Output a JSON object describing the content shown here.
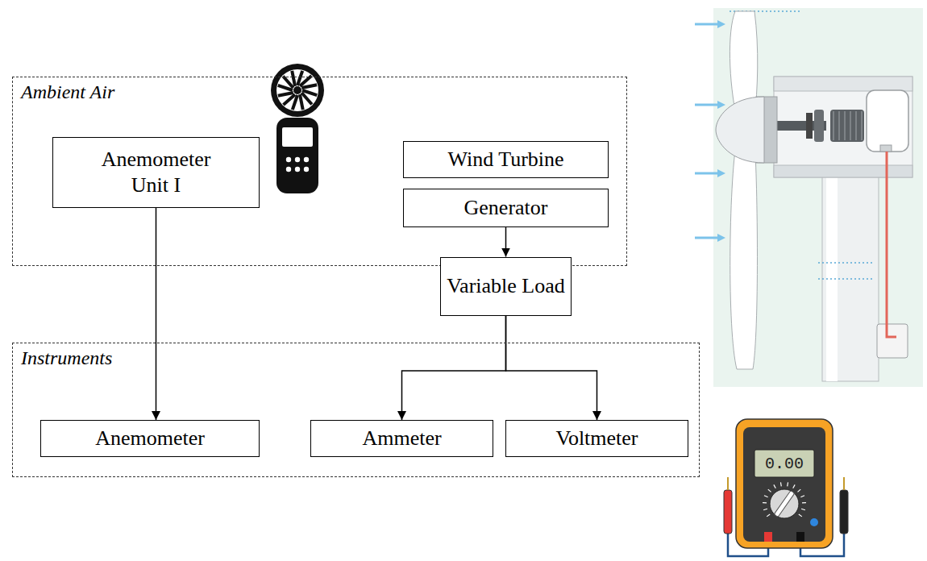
{
  "diagram": {
    "nodes": [
      {
        "text": [
          "Ambient Air"
        ]
      },
      {
        "text": [
          "Anemometer Unit I"
        ],
        "in": 0
      },
      {
        "text": [
          "Wind Turbine"
        ],
        "in": 0
      },
      {
        "text": [
          "Generator"
        ],
        "in": 0
      },
      {
        "text": [
          "Variable Load"
        ]
      },
      {
        "text": [
          "Instruments"
        ]
      },
      {
        "text": [
          "Anemometer"
        ],
        "in": 5
      },
      {
        "text": [
          "Ammeter"
        ],
        "in": 5
      },
      {
        "text": [
          "Voltmeter"
        ],
        "in": 5
      }
    ],
    "edges": [
      {
        "from": 1,
        "to": 6,
        "arrow": "to"
      },
      {
        "from": 3,
        "to": 4,
        "arrow": "to"
      },
      {
        "from": 4,
        "to": 7,
        "arrow": "to"
      },
      {
        "from": 4,
        "to": 8,
        "arrow": "to"
      }
    ],
    "labels": [
      "0.00"
    ]
  }
}
